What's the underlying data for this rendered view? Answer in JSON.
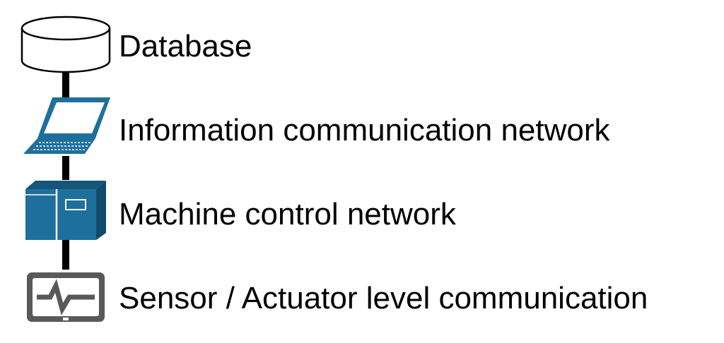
{
  "levels": [
    {
      "label": "Database",
      "icon": "database-icon"
    },
    {
      "label": "Information communication network",
      "icon": "laptop-icon"
    },
    {
      "label": "Machine control network",
      "icon": "controller-icon"
    },
    {
      "label": "Sensor / Actuator level communication",
      "icon": "sensor-monitor-icon"
    }
  ],
  "colors": {
    "device_blue": "#1f6f9c",
    "device_dark": "#14557a",
    "monitor_gray": "#595959",
    "line": "#000000"
  }
}
